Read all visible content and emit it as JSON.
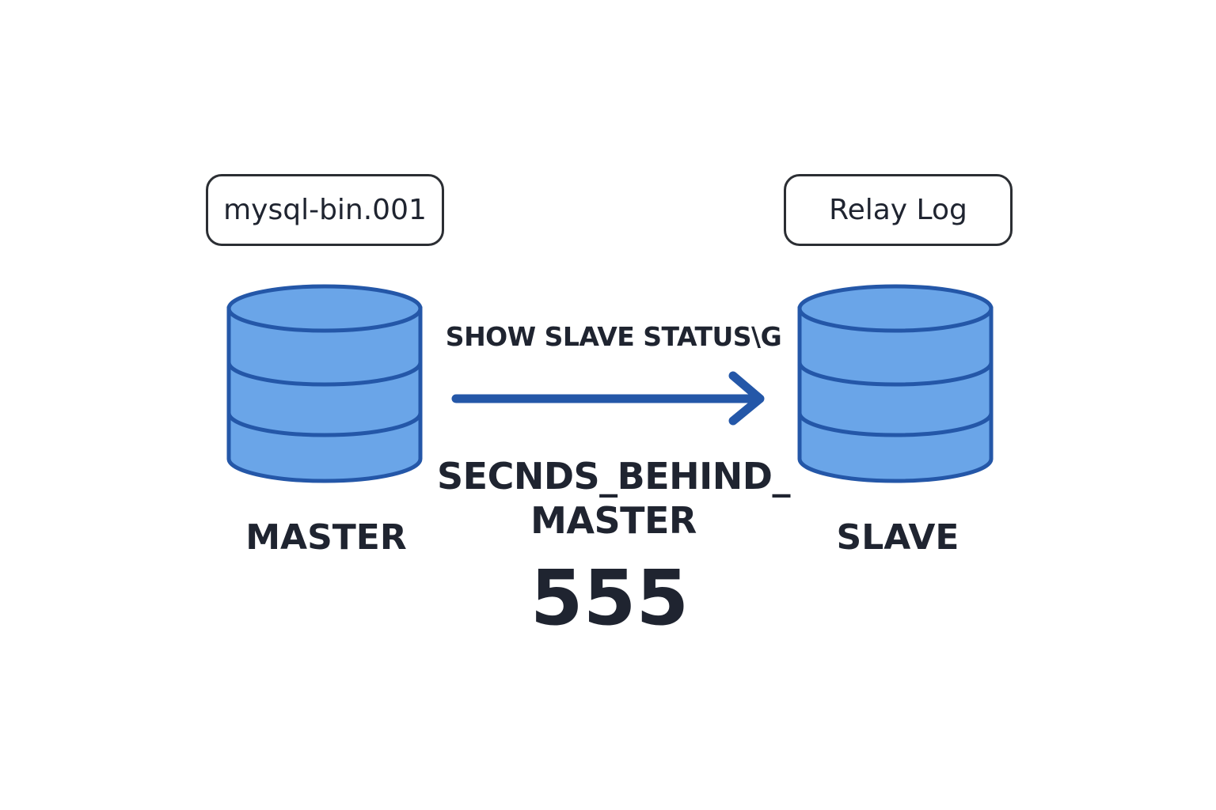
{
  "master": {
    "log_label": "mysql-bin.001",
    "label": "MASTER"
  },
  "slave": {
    "log_label": "Relay Log",
    "label": "SLAVE"
  },
  "link": {
    "command": "SHOW SLAVE STATUS\\G",
    "metric_line1": "SECNDS_BEHIND_",
    "metric_line2": "MASTER",
    "metric_value": "555"
  },
  "colors": {
    "db_fill": "#6aa5e8",
    "db_stroke": "#2457a8",
    "arrow": "#2457a8",
    "text": "#1f2430",
    "box_border": "#2b2e33"
  },
  "icons": {
    "master": "database-icon",
    "slave": "database-icon",
    "link": "arrow-right-icon"
  }
}
